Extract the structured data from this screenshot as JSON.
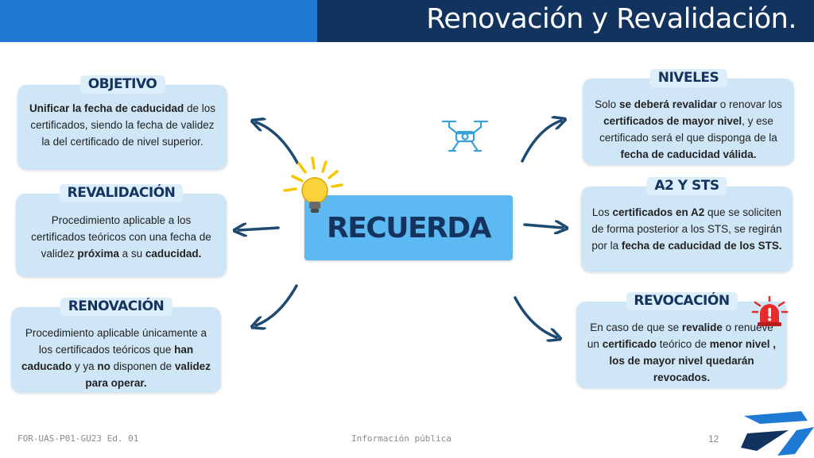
{
  "header": {
    "title": "Renovación y Revalidación.",
    "colors": {
      "left_band": "#1f7ad6",
      "right_band": "#13335f"
    }
  },
  "center": {
    "label": "RECUERDA",
    "color": "#5db9f1"
  },
  "cards": {
    "objetivo": {
      "title": "OBJETIVO",
      "segments": [
        {
          "text": "Unificar la fecha de caducidad",
          "bold": true
        },
        {
          "text": " de los certificados, siendo la fecha de validez la del certificado de nivel superior.",
          "bold": false
        }
      ]
    },
    "revalidacion": {
      "title": "REVALIDACIÓN",
      "segments": [
        {
          "text": "Procedimiento aplicable a los certificados teóricos con una fecha de validez ",
          "bold": false
        },
        {
          "text": "próxima",
          "bold": true
        },
        {
          "text": " a su ",
          "bold": false
        },
        {
          "text": "caducidad.",
          "bold": true
        }
      ]
    },
    "renovacion": {
      "title": "RENOVACIÓN",
      "segments": [
        {
          "text": "Procedimiento aplicable únicamente a los certificados teóricos que ",
          "bold": false
        },
        {
          "text": "han caducado",
          "bold": true
        },
        {
          "text": " y ya ",
          "bold": false
        },
        {
          "text": "no",
          "bold": true
        },
        {
          "text": " disponen de ",
          "bold": false
        },
        {
          "text": "validez para operar.",
          "bold": true
        }
      ]
    },
    "niveles": {
      "title": "NIVELES",
      "segments": [
        {
          "text": "Solo ",
          "bold": false
        },
        {
          "text": "se deberá revalidar",
          "bold": true
        },
        {
          "text": " o renovar los ",
          "bold": false
        },
        {
          "text": "certificados de mayor nivel",
          "bold": true
        },
        {
          "text": ", y ese certificado será el que disponga de la ",
          "bold": false
        },
        {
          "text": "fecha de caducidad válida.",
          "bold": true
        }
      ]
    },
    "a2sts": {
      "title": "A2 Y STS",
      "segments": [
        {
          "text": "Los ",
          "bold": false
        },
        {
          "text": "certificados en A2",
          "bold": true
        },
        {
          "text": " que se soliciten de forma posterior a los STS, se regirán por la ",
          "bold": false
        },
        {
          "text": "fecha de caducidad de los STS.",
          "bold": true
        }
      ]
    },
    "revocacion": {
      "title": "REVOCACIÓN",
      "segments": [
        {
          "text": "En caso de que se ",
          "bold": false
        },
        {
          "text": "revalide",
          "bold": true
        },
        {
          "text": " o renueve un ",
          "bold": false
        },
        {
          "text": "certificado",
          "bold": true
        },
        {
          "text": " teórico de ",
          "bold": false
        },
        {
          "text": "menor nivel , los de mayor nivel quedarán revocados.",
          "bold": true
        }
      ]
    }
  },
  "icons": {
    "bulb": "lightbulb-icon",
    "drone": "drone-icon",
    "alert": "alert-siren-icon",
    "logo": "brand-logo-icon"
  },
  "footer": {
    "doc_code": "FOR-UAS-P01-GU23 Ed. 01",
    "classification": "Información pública",
    "page_number": "12"
  }
}
